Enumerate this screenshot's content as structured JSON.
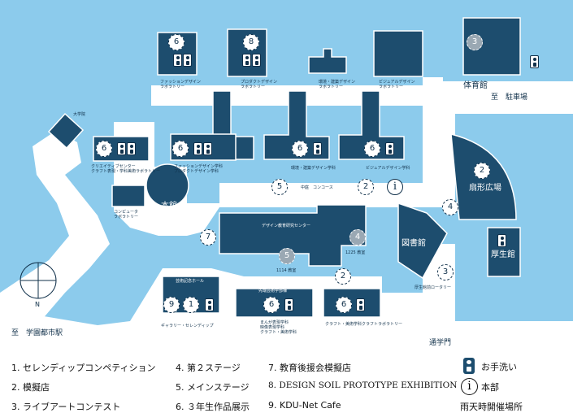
{
  "map": {
    "buildings": {
      "gymnasium": "体育館",
      "main_building": "本館",
      "library": "図書館",
      "fan_plaza": "扇形広場",
      "welfare_hall": "厚生館",
      "design_center": "デザイン教育研究センター",
      "graduate_school": "大学院"
    },
    "labels": {
      "fashion_lab": "ファッションデザイン\nラボラトリー",
      "product_lab": "プロダクトデザイン\nラボラトリー",
      "env_lab": "環境・建築デザイン\nラボラトリー",
      "visual_lab": "ビジュアルデザイン\nラボラトリー",
      "creative_center": "クリエイティブセンター\nクラフト表現・学科美術ラボラトリー",
      "fashion_dept": "ファッションデザイン学科\nプロダクトデザイン学科",
      "env_dept": "環境・建築デザイン学科",
      "visual_dept": "ビジュアルデザイン学科",
      "computer_lab": "コンピュータ\nラボラトリー",
      "central_concourse": "中庭　コンコース",
      "room_1114": "1114 教室",
      "room_1225": "1225 教室",
      "art_hall": "芸術記念ホール",
      "gallery": "ギャラリー・セレンディップ",
      "advanced_dept": "先端芸術学部棟",
      "advanced_sub": "まんが表現学科\n映像表現学科\nクラフト・美術学科",
      "craft_lab": "クラフト・美術学科クラフトラボラトリー",
      "rotary": "厚生館前ロータリー",
      "parking": "至　駐車場",
      "station": "至　学園都市駅",
      "main_gate": "通学門",
      "north": "N"
    },
    "markers": {
      "m1": "1",
      "m2": "2",
      "m3": "3",
      "m4": "4",
      "m5": "5",
      "m6": "6",
      "m7": "7",
      "m8": "8",
      "m9": "9",
      "info": "i"
    }
  },
  "legend": {
    "items": [
      "1. セレンディップコンペティション",
      "2. 模擬店",
      "3. ライブアートコンテスト",
      "4. 第２ステージ",
      "5. メインステージ",
      "6. ３年生作品展示",
      "7. 教育後援会模擬店",
      "8. DESIGN SOIL PROTOTYPE EXHIBITION",
      "9. KDU-Net Cafe"
    ],
    "washing": "お手洗い",
    "hq": "本部",
    "hq_icon": "i",
    "rain": "雨天時開催場所"
  },
  "colors": {
    "water": "#8ccbec",
    "building": "#1d4d6e",
    "ground": "#ffffff"
  }
}
